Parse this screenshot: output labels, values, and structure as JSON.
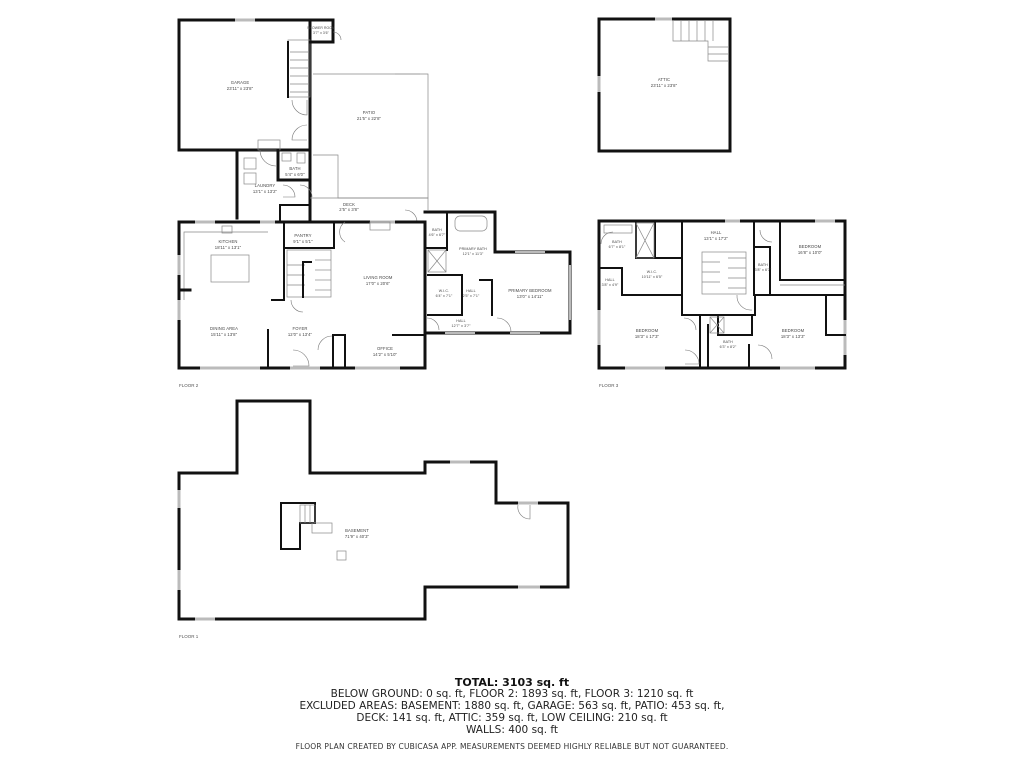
{
  "floors": {
    "floor2": {
      "label": "FLOOR 2",
      "rooms": [
        {
          "name": "GARAGE",
          "dims": "23'11\" x 23'8\""
        },
        {
          "name": "SHOWER ROOM",
          "dims": "3'7\" x 3'6\""
        },
        {
          "name": "PATIO",
          "dims": "21'5\" x 22'8\""
        },
        {
          "name": "BATH",
          "dims": "5'4\" x 6'0\""
        },
        {
          "name": "LAUNDRY",
          "dims": "13'1\" x 13'2\""
        },
        {
          "name": "DECK",
          "dims": "2'5\" x 3'8\""
        },
        {
          "name": "KITCHEN",
          "dims": "18'11\" x 13'1\""
        },
        {
          "name": "PANTRY",
          "dims": "9'1\" x 5'1\""
        },
        {
          "name": "LIVING ROOM",
          "dims": "17'0\" x 20'6\""
        },
        {
          "name": "DINING AREA",
          "dims": "15'11\" x 13'8\""
        },
        {
          "name": "FOYER",
          "dims": "12'0\" x 13'4\""
        },
        {
          "name": "OFFICE",
          "dims": "14'2\" x 5'10\""
        },
        {
          "name": "BATH",
          "dims": "4'6\" x 6'7\""
        },
        {
          "name": "PRIMARY BATH",
          "dims": "12'1\" x 11'3\""
        },
        {
          "name": "W.I.C.",
          "dims": "6'4\" x 7'1\""
        },
        {
          "name": "HALL",
          "dims": "2'5\" x 7'1\""
        },
        {
          "name": "HALL",
          "dims": "12'7\" x 3'7\""
        },
        {
          "name": "PRIMARY BEDROOM",
          "dims": "13'0\" x 14'11\""
        }
      ]
    },
    "attic": {
      "rooms": [
        {
          "name": "ATTIC",
          "dims": "23'11\" x 23'8\""
        }
      ]
    },
    "floor3": {
      "label": "FLOOR 3",
      "rooms": [
        {
          "name": "BATH",
          "dims": "6'7\" x 8'1\""
        },
        {
          "name": "HALL",
          "dims": "13'1\" x 17'2\""
        },
        {
          "name": "BEDROOM",
          "dims": "16'8\" x 10'0\""
        },
        {
          "name": "W.I.C.",
          "dims": "10'11\" x 6'5\""
        },
        {
          "name": "BATH",
          "dims": "3'8\" x 6'7\""
        },
        {
          "name": "HALL",
          "dims": "3'8\" x 4'9\""
        },
        {
          "name": "BEDROOM",
          "dims": "18'3\" x 17'3\""
        },
        {
          "name": "BEDROOM",
          "dims": "18'3\" x 13'3\""
        },
        {
          "name": "BATH",
          "dims": "6'3\" x 8'2\""
        }
      ]
    },
    "floor1": {
      "label": "FLOOR 1",
      "rooms": [
        {
          "name": "BASEMENT",
          "dims": "71'9\" x 40'3\""
        }
      ]
    }
  },
  "summary": {
    "total": "TOTAL: 3103 sq. ft",
    "line1": "BELOW GROUND: 0 sq. ft, FLOOR 2: 1893 sq. ft, FLOOR 3: 1210 sq. ft",
    "line2": "EXCLUDED AREAS: BASEMENT: 1880 sq. ft, GARAGE: 563 sq. ft, PATIO: 453 sq. ft,",
    "line3": "DECK: 141 sq. ft, ATTIC: 359 sq. ft, LOW CEILING: 210 sq. ft",
    "line4": "WALLS: 400 sq. ft",
    "disclaimer": "FLOOR PLAN CREATED BY CUBICASA APP. MEASUREMENTS DEEMED HIGHLY RELIABLE BUT NOT GUARANTEED."
  }
}
